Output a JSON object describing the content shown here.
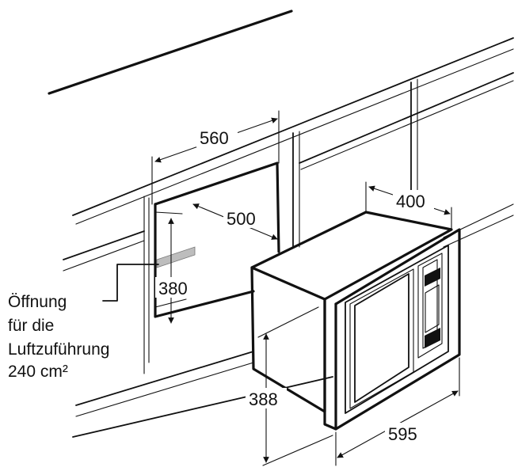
{
  "dimensions": {
    "niche_width": "560",
    "niche_depth": "500",
    "niche_height": "380",
    "appliance_depth": "400",
    "appliance_height": "388",
    "appliance_width": "595"
  },
  "opening_note": {
    "line1": "Öffnung",
    "line2": "für die",
    "line3": "Luftzuführung",
    "line4": "240 cm²"
  },
  "colors": {
    "line": "#111111",
    "vent": "#bdbdbd",
    "background": "#ffffff"
  }
}
